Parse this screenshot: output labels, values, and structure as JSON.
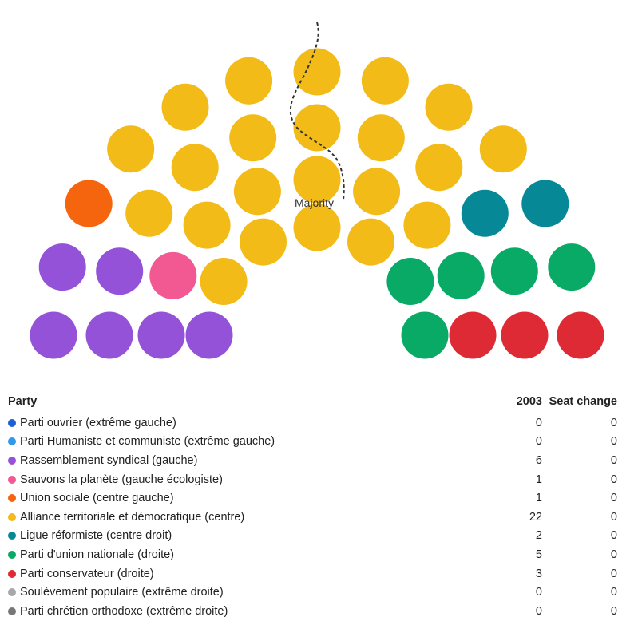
{
  "chart_data": {
    "type": "parliament",
    "total_seats": 40,
    "majority_label": "Majority",
    "table": {
      "headers": [
        "Party",
        "2003",
        "Seat change"
      ],
      "rows": [
        {
          "party": "Parti ouvrier (extrême gauche)",
          "color": "#1f5fd6",
          "seats": 0,
          "change": 0
        },
        {
          "party": "Parti Humaniste et communiste (extrême gauche)",
          "color": "#2f9ae8",
          "seats": 0,
          "change": 0
        },
        {
          "party": "Rassemblement syndical (gauche)",
          "color": "#9352d8",
          "seats": 6,
          "change": 0
        },
        {
          "party": "Sauvons la planète (gauche écologiste)",
          "color": "#f25892",
          "seats": 1,
          "change": 0
        },
        {
          "party": "Union sociale (centre gauche)",
          "color": "#f5650d",
          "seats": 1,
          "change": 0
        },
        {
          "party": "Alliance territoriale et démocratique (centre)",
          "color": "#f2bb17",
          "seats": 22,
          "change": 0
        },
        {
          "party": "Ligue réformiste (centre droit)",
          "color": "#078896",
          "seats": 2,
          "change": 0
        },
        {
          "party": "Parti d'union nationale (droite)",
          "color": "#09aa65",
          "seats": 5,
          "change": 0
        },
        {
          "party": "Parti conservateur (droite)",
          "color": "#de2a35",
          "seats": 3,
          "change": 0
        },
        {
          "party": "Soulèvement populaire (extrême droite)",
          "color": "#a8a8a8",
          "seats": 0,
          "change": 0
        },
        {
          "party": "Parti chrétien orthodoxe (extrême droite)",
          "color": "#777777",
          "seats": 0,
          "change": 0
        }
      ]
    }
  }
}
